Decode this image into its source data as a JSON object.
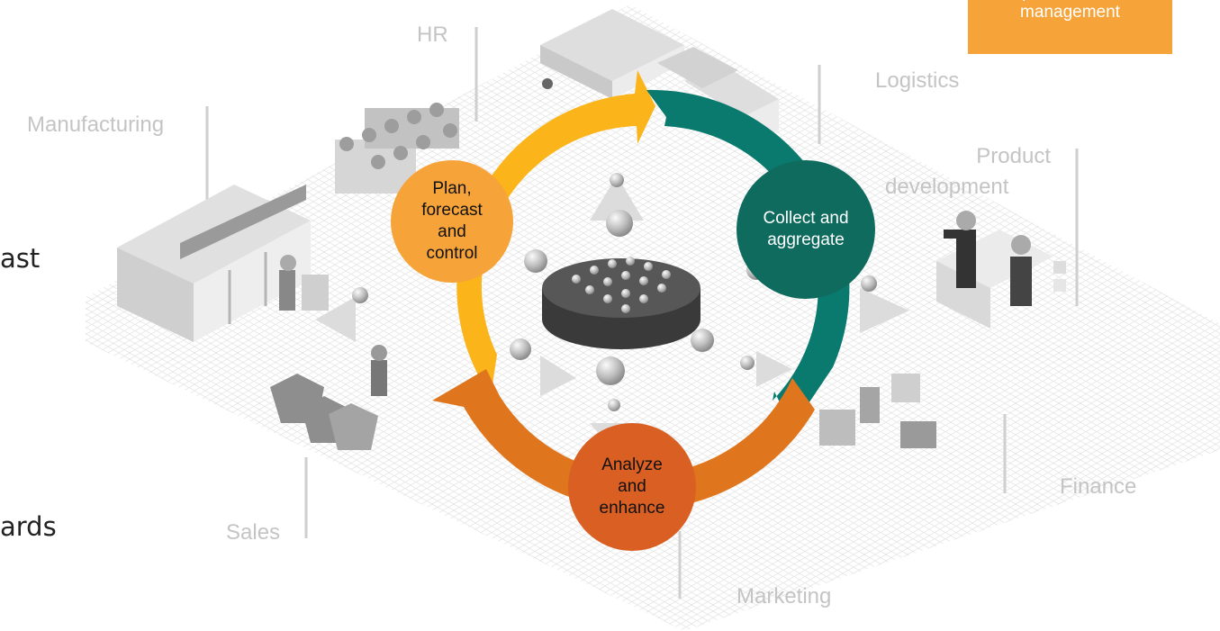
{
  "badge": {
    "line1": "performance",
    "line2": "management"
  },
  "departments": {
    "hr": "HR",
    "logistics": "Logistics",
    "manufacturing": "Manufacturing",
    "product_development_1": "Product",
    "product_development_2": "development",
    "finance": "Finance",
    "sales": "Sales",
    "marketing": "Marketing"
  },
  "cycle_stages": {
    "plan": [
      "Plan,",
      "forecast",
      "and",
      "control"
    ],
    "collect": [
      "Collect and",
      "aggregate"
    ],
    "analyze": [
      "Analyze",
      "and",
      "enhance"
    ]
  },
  "cut_off_text": {
    "line1": "ast",
    "line2": "ards"
  },
  "colors": {
    "yellow_arrow": "#fbb41a",
    "teal_arrow": "#0a7a6e",
    "orange_arrow": "#df761e",
    "plan_circle": "#f6a33a",
    "collect_circle": "#0e6b5e",
    "analyze_circle": "#d95f22",
    "badge": "#f6a33a",
    "department_label": "#c4c4c4"
  }
}
